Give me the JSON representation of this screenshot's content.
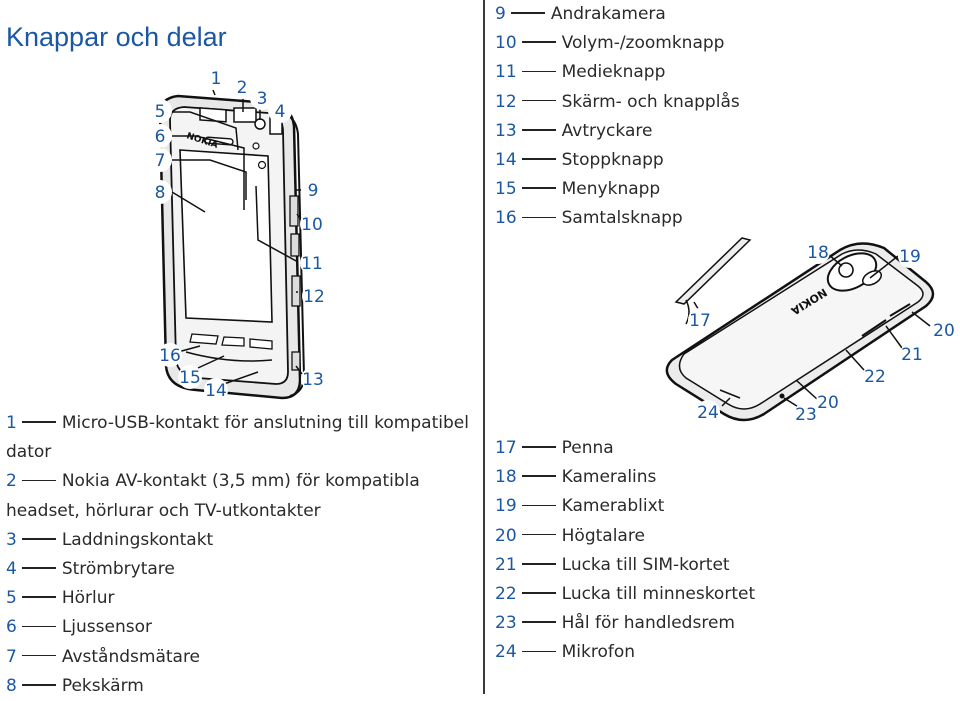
{
  "title": "Knappar och delar",
  "front_callouts": [
    "1",
    "2",
    "3",
    "4",
    "5",
    "6",
    "7",
    "8",
    "9",
    "10",
    "11",
    "12",
    "13",
    "14",
    "15",
    "16"
  ],
  "back_callouts": [
    "17",
    "18",
    "19",
    "20",
    "21",
    "22",
    "20",
    "23",
    "24"
  ],
  "phone_brand": "NOKIA",
  "legend_left": [
    {
      "num": "1",
      "text": "Micro-USB-kontakt för anslutning till kompatibel dator"
    },
    {
      "num": "2",
      "text": "Nokia AV-kontakt (3,5 mm) för kompatibla headset, hörlurar och TV-utkontakter"
    },
    {
      "num": "3",
      "text": "Laddningskontakt"
    },
    {
      "num": "4",
      "text": "Strömbrytare"
    },
    {
      "num": "5",
      "text": "Hörlur"
    },
    {
      "num": "6",
      "text": "Ljussensor"
    },
    {
      "num": "7",
      "text": "Avståndsmätare"
    },
    {
      "num": "8",
      "text": "Pekskärm"
    }
  ],
  "legend_right_top": [
    {
      "num": "9",
      "text": "Andrakamera"
    },
    {
      "num": "10",
      "text": "Volym-/zoomknapp"
    },
    {
      "num": "11",
      "text": "Medieknapp"
    },
    {
      "num": "12",
      "text": "Skärm- och knapplås"
    },
    {
      "num": "13",
      "text": "Avtryckare"
    },
    {
      "num": "14",
      "text": "Stoppknapp"
    },
    {
      "num": "15",
      "text": "Menyknapp"
    },
    {
      "num": "16",
      "text": "Samtalsknapp"
    }
  ],
  "legend_right_bottom": [
    {
      "num": "17",
      "text": "Penna"
    },
    {
      "num": "18",
      "text": "Kameralins"
    },
    {
      "num": "19",
      "text": "Kamerablixt"
    },
    {
      "num": "20",
      "text": "Högtalare"
    },
    {
      "num": "21",
      "text": "Lucka till SIM-kortet"
    },
    {
      "num": "22",
      "text": "Lucka till minneskortet"
    },
    {
      "num": "23",
      "text": "Hål för handledsrem"
    },
    {
      "num": "24",
      "text": "Mikrofon"
    }
  ]
}
